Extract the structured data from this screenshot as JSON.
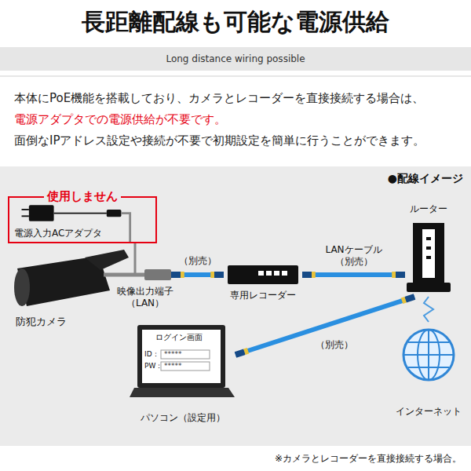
{
  "diagram": {
    "title": "長距離配線も可能な電源供給",
    "nodes": [
      {
        "text": [
          "Long distance wiring possible"
        ]
      },
      {
        "text": [
          "使用しません",
          "電源入力ACアダプタ"
        ]
      },
      {
        "text": [
          "防犯カメラ"
        ]
      },
      {
        "text": [
          "専用レコーダー"
        ]
      },
      {
        "text": [
          "ルーター"
        ]
      },
      {
        "text": [
          "パソコン（設定用）"
        ]
      },
      {
        "text": [
          "インターネット"
        ]
      }
    ],
    "edges": [
      {
        "from": 1,
        "to": 2,
        "arrow": "none"
      },
      {
        "from": 2,
        "to": 3,
        "label": "（別売）",
        "arrow": "none"
      },
      {
        "from": 3,
        "to": 4,
        "label": "LANケーブル （別売）",
        "arrow": "none"
      },
      {
        "from": 4,
        "to": 5,
        "label": "（別売）",
        "arrow": "none"
      },
      {
        "from": 4,
        "to": 6,
        "arrow": "none"
      }
    ],
    "labels": [
      "本体にPoE機能を搭載しており、カメラとレコーダーを直接接続する場合は、",
      "電源アダプタでの電源供給が不要です。",
      "面倒なIPアドレス設定や接続が不要で初期設定を簡単に行うことができます。",
      "●配線イメージ",
      "映像出力端子 （LAN）",
      "ログイン画面",
      "ID：",
      "*****",
      "PW：",
      "*****",
      "※カメラとレコーダーを直接接続する場合。"
    ]
  }
}
